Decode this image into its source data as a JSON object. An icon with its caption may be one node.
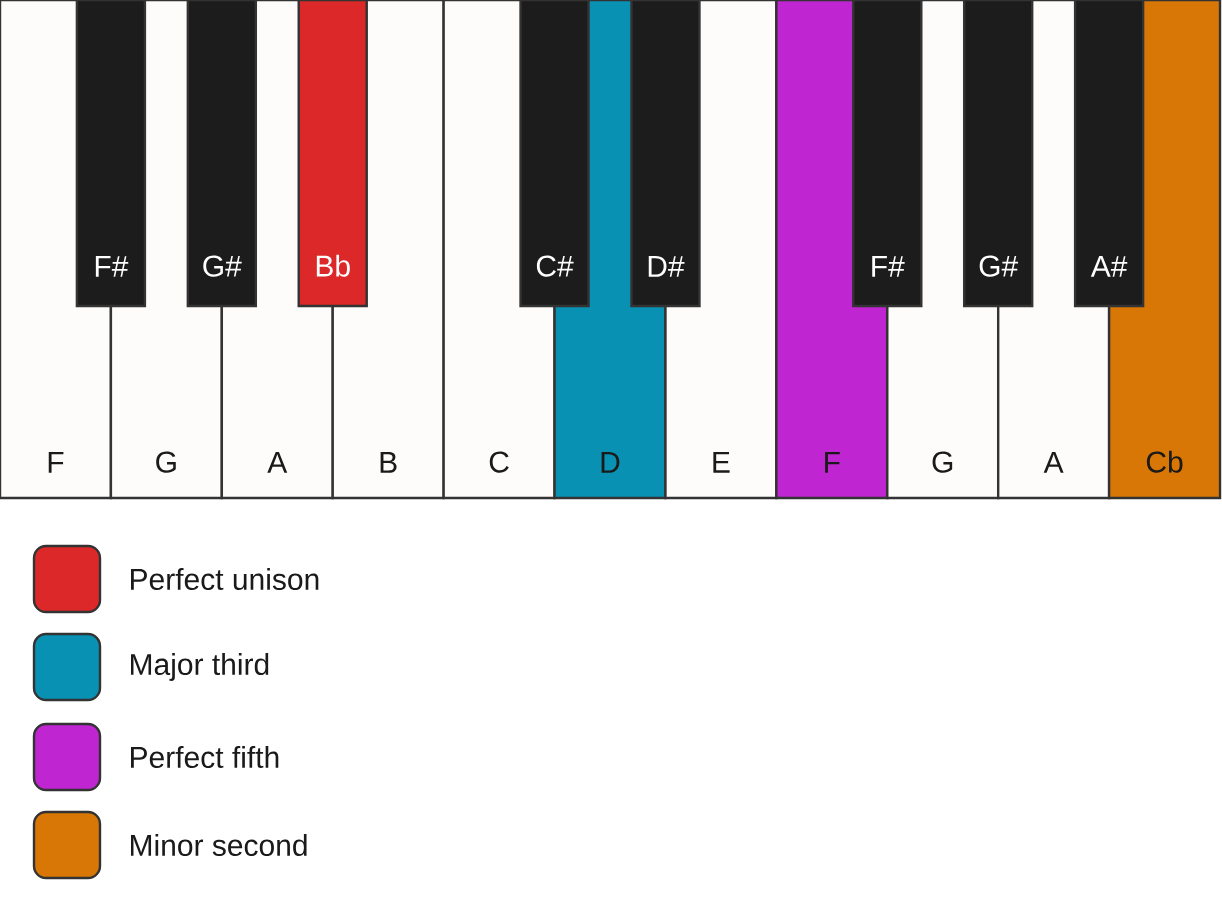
{
  "diagram": {
    "nodes": [
      {
        "text": [
          "F"
        ]
      },
      {
        "text": [
          "G"
        ]
      },
      {
        "text": [
          "A"
        ]
      },
      {
        "text": [
          "B"
        ]
      },
      {
        "text": [
          "C"
        ]
      },
      {
        "text": [
          "D"
        ]
      },
      {
        "text": [
          "E"
        ]
      },
      {
        "text": [
          "F"
        ]
      },
      {
        "text": [
          "G"
        ]
      },
      {
        "text": [
          "A"
        ]
      },
      {
        "text": [
          "Cb"
        ]
      },
      {
        "text": [
          "F#"
        ]
      },
      {
        "text": [
          "G#"
        ]
      },
      {
        "text": [
          "Bb"
        ]
      },
      {
        "text": [
          "C#"
        ]
      },
      {
        "text": [
          "D#"
        ]
      },
      {
        "text": [
          "F#"
        ]
      },
      {
        "text": [
          "G#"
        ]
      },
      {
        "text": [
          "A#"
        ]
      }
    ],
    "legend": [
      {
        "text": "Perfect unison",
        "color": "#dc2828"
      },
      {
        "text": "Major third",
        "color": "#0991b4"
      },
      {
        "text": "Perfect fifth",
        "color": "#c025d2"
      },
      {
        "text": "Minor second",
        "color": "#d97706"
      }
    ]
  }
}
